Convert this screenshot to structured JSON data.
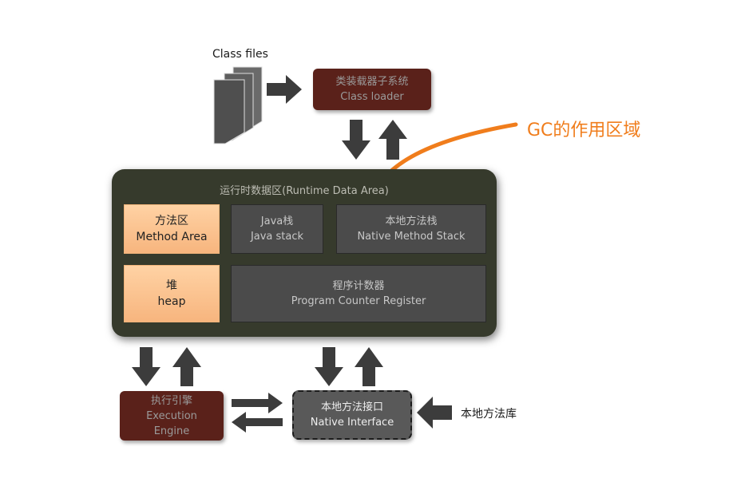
{
  "class_files": {
    "label": "Class files"
  },
  "class_loader": {
    "line1": "类装载器子系统",
    "line2": "Class loader"
  },
  "gc_label": "GC的作用区域",
  "runtime_area": {
    "title": "运行时数据区(Runtime Data Area)",
    "method_area": {
      "line1": "方法区",
      "line2": "Method Area"
    },
    "java_stack": {
      "line1": "Java栈",
      "line2": "Java stack"
    },
    "native_method_stack": {
      "line1": "本地方法栈",
      "line2": "Native Method Stack"
    },
    "heap": {
      "line1": "堆",
      "line2": "heap"
    },
    "program_counter": {
      "line1": "程序计数器",
      "line2": "Program Counter Register"
    }
  },
  "execution_engine": {
    "line1": "执行引擎",
    "line2": "Execution",
    "line3": "Engine"
  },
  "native_interface": {
    "line1": "本地方法接口",
    "line2": "Native Interface"
  },
  "native_library": {
    "label": "本地方法库"
  },
  "colors": {
    "brown": "#5a211a",
    "runtime_bg": "#363a2c",
    "orange_box": "#f7b57e",
    "gray_box": "#4b4b4b",
    "gc_orange": "#f07d1c",
    "arrow": "#3c3c3c"
  }
}
